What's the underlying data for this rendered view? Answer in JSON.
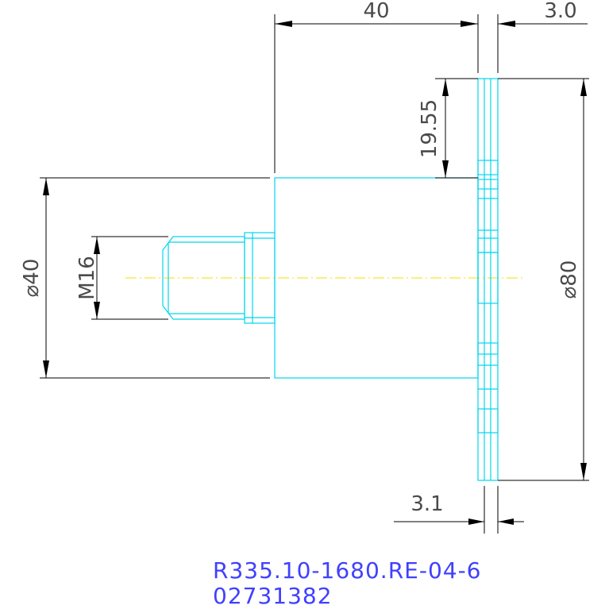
{
  "drawing": {
    "background": "#ffffff",
    "colors": {
      "geometry": "#00d6f0",
      "dimension": "#000000",
      "axis": "#f0e000",
      "part_text": "#4040ff"
    },
    "dimensions": {
      "length_body": "40",
      "flange_thickness": "3.0",
      "offset": "19.55",
      "body_diameter": "⌀40",
      "thread": "M16",
      "flange_diameter": "⌀80",
      "gap": "3.1"
    },
    "part_number": "R335.10-1680.RE-04-6",
    "part_code": "02731382"
  }
}
